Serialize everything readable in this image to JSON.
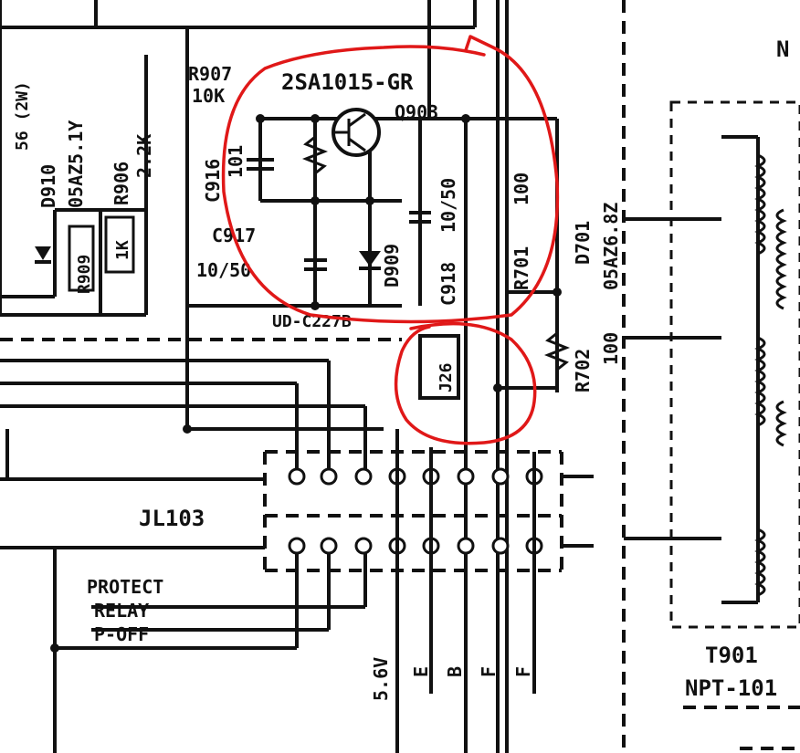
{
  "labels": {
    "transistor_part": "2SA1015-GR",
    "transistor_ref": "Q903",
    "r907_ref": "R907",
    "r907_val": "10K",
    "c916_ref": "C916",
    "c916_val": "101",
    "c917_ref": "C917",
    "c917_val": "10/50",
    "d909_ref": "D909",
    "c918_ref": "C918",
    "c918_val": "10/50",
    "r701_ref": "R701",
    "r701_val": "100",
    "d701_ref": "D701",
    "d701_part": "05AZ6.8Z",
    "r702_ref": "R702",
    "r702_val": "100",
    "r906_ref": "R906",
    "r906_val": "2.2K",
    "d910_ref": "D910",
    "d910_part": "05AZ5.1Y",
    "r909_ref": "R909",
    "r909_val": "1K",
    "left_top_val": "56 (2W)",
    "connector": "JL103",
    "j26": "J26",
    "partial_ref": "UD-C227B",
    "protect": "PROTECT",
    "relay": "RELAY",
    "poff": "P-OFF",
    "pin_56v": "5.6V",
    "pin_e1": "E",
    "pin_b": "B",
    "pin_f1": "F",
    "pin_f2": "F",
    "t901": "T901",
    "npt": "NPT-101",
    "n_top": "N"
  }
}
